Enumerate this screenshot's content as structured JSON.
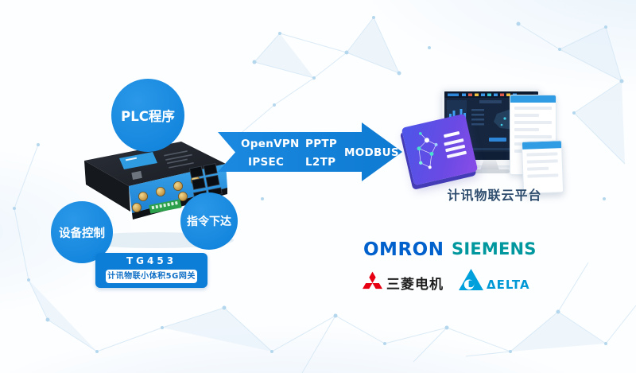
{
  "device": {
    "model": "TG453",
    "subtitle": "计讯物联小体积5G网关"
  },
  "bubbles": {
    "plc": "PLC程序",
    "control": "设备控制",
    "command": "指令下达"
  },
  "protocols": {
    "openvpn": "OpenVPN",
    "pptp": "PPTP",
    "ipsec": "IPSEC",
    "l2tp": "L2TP",
    "modbus": "MODBUS"
  },
  "platform": {
    "caption": "计讯物联云平台"
  },
  "brands": {
    "omron": "OMRON",
    "siemens": "SIEMENS",
    "mitsubishi": "三菱电机",
    "delta": "ΔELTA"
  },
  "colors": {
    "bubble_blue": "#1587de",
    "arrow_blue": "#1181da",
    "tag_blue": "#0d7ed8",
    "caption_navy": "#2e4d6e",
    "omron_blue": "#0060cc",
    "siemens_teal": "#00989e",
    "mitsubishi_red": "#e60012",
    "delta_blue": "#00a0dc",
    "screen_navy": "#16263e",
    "card_purple": "#5a52e2"
  }
}
